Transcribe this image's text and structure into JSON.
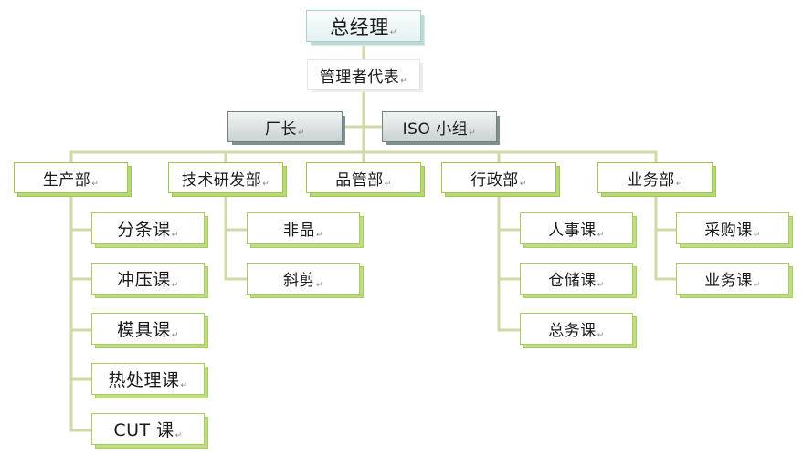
{
  "org": {
    "top": "总经理",
    "rep": "管理者代表",
    "factory": "厂长",
    "iso": "ISO 小组",
    "depts": {
      "production": "生产部",
      "tech": "技术研发部",
      "quality": "品管部",
      "admin": "行政部",
      "business": "业务部"
    },
    "production_units": [
      "分条课",
      "冲压课",
      "模具课",
      "热处理课",
      "CUT 课"
    ],
    "tech_units": [
      "非晶",
      "斜剪"
    ],
    "admin_units": [
      "人事课",
      "仓储课",
      "总务课"
    ],
    "business_units": [
      "采购课",
      "业务课"
    ],
    "mark": "↵"
  },
  "colors": {
    "connector": "#d2d9a6",
    "dept_border": "#9ec84a",
    "top_fill": "#e3f2f1",
    "gray_fill": "#c9d1d1"
  }
}
